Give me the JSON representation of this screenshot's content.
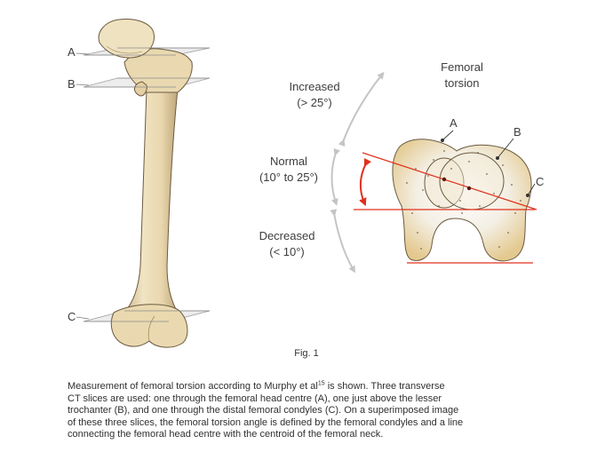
{
  "figure": {
    "slice_labels": {
      "a": "A",
      "b": "B",
      "c": "C"
    },
    "section_labels": {
      "a": "A",
      "b": "B",
      "c": "C"
    },
    "title_line1": "Femoral",
    "title_line2": "torsion",
    "increased_line1": "Increased",
    "increased_line2": "(> 25°)",
    "normal_line1": "Normal",
    "normal_line2": "(10° to 25°)",
    "decreased_line1": "Decreased",
    "decreased_line2": "(< 10°)",
    "fig_number": "Fig. 1"
  },
  "caption": {
    "line1_pre": "Measurement of femoral torsion according to Murphy et al",
    "line1_ref": "15",
    "line1_post": " is shown. Three transverse",
    "line2": "CT slices are used: one through the femoral head centre (A), one just above the lesser",
    "line3": "trochanter (B), and one through the distal femoral condyles (C). On a superimposed image",
    "line4": "of these three slices, the femoral torsion angle is defined by the femoral condyles and a line",
    "line5": "connecting the femoral head centre with the centroid of the femoral neck."
  },
  "colors": {
    "bone": "#ecdcb6",
    "bone_shadow": "#c9b48a",
    "outline": "#6b5a40",
    "plane": "#e6e6e6",
    "red": "#e0301e",
    "arrow_gray": "#c4c4c4"
  }
}
